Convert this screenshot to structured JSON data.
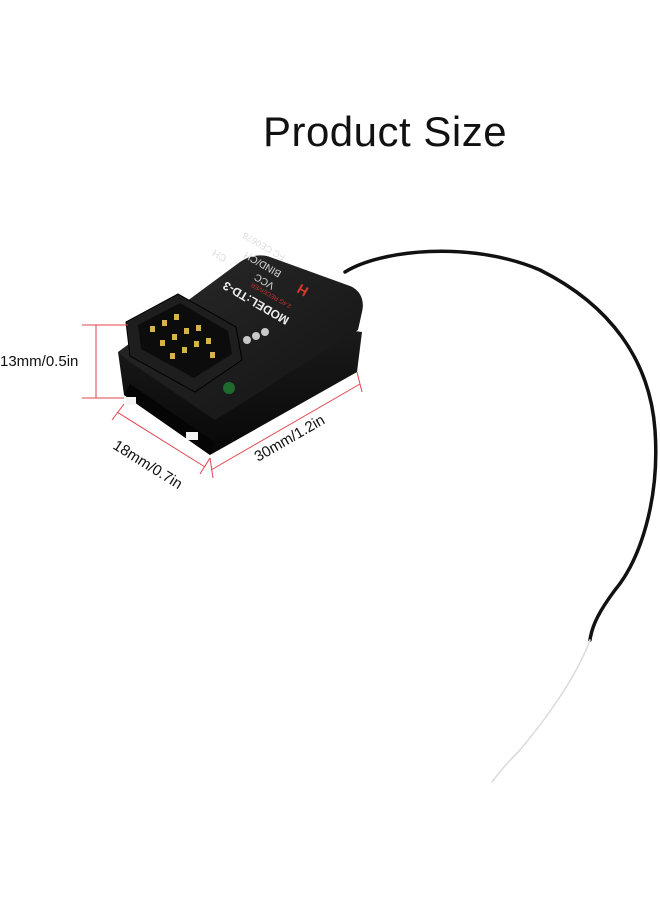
{
  "title": "Product Size",
  "dimensions": {
    "height": "13mm/0.5in",
    "depth": "18mm/0.7in",
    "length": "30mm/1.2in"
  },
  "device": {
    "model_label": "MODEL:TD-3",
    "fc_label": "FC CE0678",
    "port_labels": [
      "BIND/CH",
      "VCC",
      "CH"
    ],
    "brand_logo_text": "H",
    "subtitle_small": "2.4G RECEIVER"
  },
  "colors": {
    "dimension_line": "#e0454f",
    "device_body": "#1a1a1a",
    "antenna": "#111111",
    "antenna_tip": "#dcdcdc",
    "led": "#1f6b2e"
  }
}
